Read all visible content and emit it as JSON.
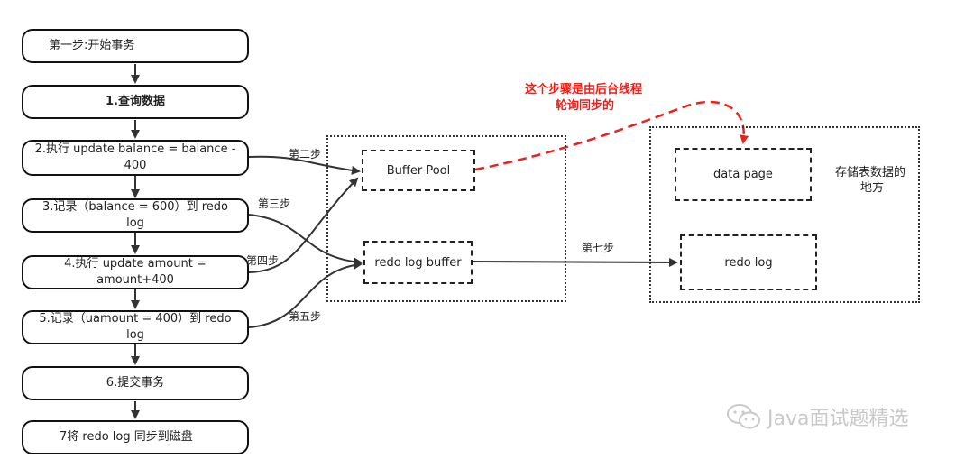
{
  "steps": [
    "第一步:开始事务",
    "1.查询数据",
    "2.执行 update balance = balance - 400",
    "3.记录（balance = 600）到 redo log",
    "4.执行 update amount = amount+400",
    "5.记录（uamount = 400）到 redo log",
    "6.提交事务",
    "7将 redo log 同步到磁盘"
  ],
  "memory": {
    "buffer_pool": "Buffer Pool",
    "redo_log_buffer": "redo log buffer"
  },
  "disk": {
    "data_page": "data page",
    "redo_log": "redo log",
    "note_line1": "存储表数据的",
    "note_line2": "地方"
  },
  "edge_labels": {
    "step2": "第二步",
    "step3": "第三步",
    "step4": "第四步",
    "step5": "第五步",
    "step7": "第七步"
  },
  "annotation": {
    "line1": "这个步骤是由后台线程",
    "line2": "轮询同步的"
  },
  "watermark": "Java面试题精选",
  "colors": {
    "stroke": "#333333",
    "annotation": "#e8211b"
  }
}
